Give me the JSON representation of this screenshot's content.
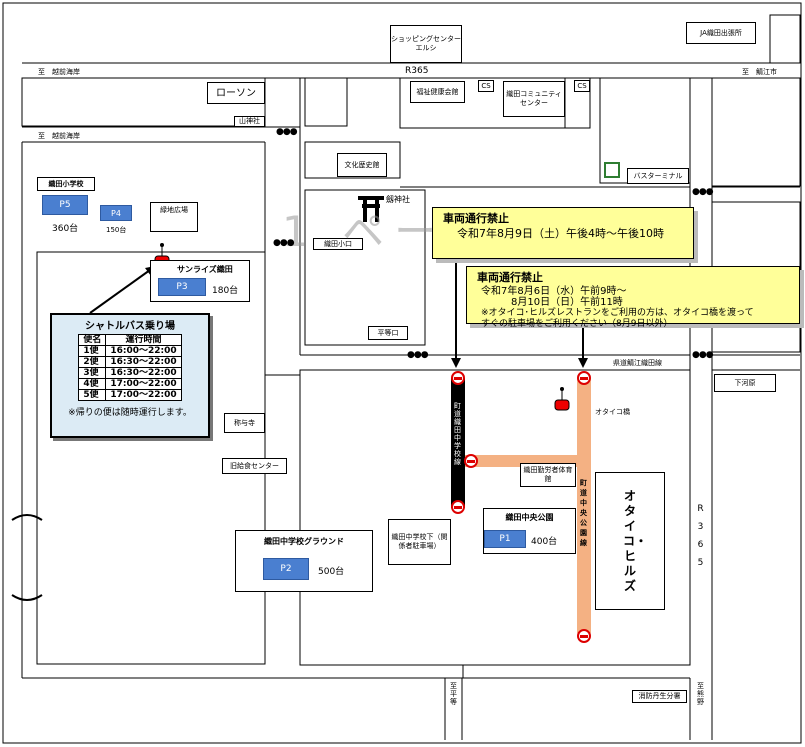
{
  "roads": {
    "top_left": "至　越前海岸",
    "top_center": "R365",
    "top_right": "至　鯖江市",
    "second_left": "至　越前海岸",
    "right_vertical": "R365",
    "prefectural": "県道鯖江織田線",
    "bottom1": "至平等",
    "bottom2": "至熊野"
  },
  "places": {
    "shopping_center": "ショッピングセンターエルシ",
    "jr_office": "JA織田出張所",
    "lawson": "ローソン",
    "yamajin": "山神社",
    "welfare": "福祉健康会館",
    "community": "織田コミュニティセンター",
    "cs1": "CS",
    "cs2": "CS",
    "culture": "文化歴史館",
    "shrine": "劔神社",
    "bus_terminal": "バスターミナル",
    "oda_elem": "織田小学校",
    "ryokuin": "緑地広場",
    "oda_oguchi": "織田小口",
    "hirato": "平等口",
    "sunrise": "サンライズ織田",
    "seiyoji": "称与寺",
    "kyushoku": "旧給食センター",
    "shimokawara": "下河原",
    "otaiko_bashi": "オタイコ橋",
    "oda_branch": "織田勤労者体育館",
    "oda_park": "織田中央公園",
    "oda_jhs_ground": "織田中学校グラウンド",
    "oda_jhs_below": "織田中学校下（関係者駐車場）",
    "fire_station": "消防丹生分署",
    "otaiko_hills": "オタイコ・ヒルズ",
    "road_school": "町道織田中学校線",
    "road_park": "町道中央公園線",
    "watermark": "1 ページ"
  },
  "parking": [
    {
      "id": "P5",
      "capacity": "360台"
    },
    {
      "id": "P4",
      "capacity": "150台"
    },
    {
      "id": "P3",
      "capacity": "180台"
    },
    {
      "id": "P2",
      "capacity": "500台"
    },
    {
      "id": "P1",
      "capacity": "400台"
    }
  ],
  "notices": [
    {
      "title": "車両通行禁止",
      "lines": [
        "令和7年8月9日（土）午後4時～午後10時"
      ]
    },
    {
      "title": "車両通行禁止",
      "lines": [
        "令和7年8月6日（水）午前9時～",
        "　　　8月10日（日）午前11時",
        "※オタイコ･ヒルズレストランをご利用の方は、オタイコ橋を渡って",
        "すぐの駐車場をご利用ください（8月9日以外）"
      ]
    }
  ],
  "shuttle": {
    "title": "シャトルバス乗り場",
    "headers": [
      "便名",
      "運行時間"
    ],
    "rows": [
      [
        "1便",
        "16:00～22:00"
      ],
      [
        "2便",
        "16:30～22:00"
      ],
      [
        "3便",
        "16:30～22:00"
      ],
      [
        "4便",
        "17:00～22:00"
      ],
      [
        "5便",
        "17:00～22:00"
      ]
    ],
    "note": "※帰りの便は随時運行します。"
  },
  "colors": {
    "parking": "#4a7fd0",
    "notice": "#ffff99",
    "shuttle": "#dcebf5",
    "route": "#f4b183",
    "blocked": "#000000"
  }
}
